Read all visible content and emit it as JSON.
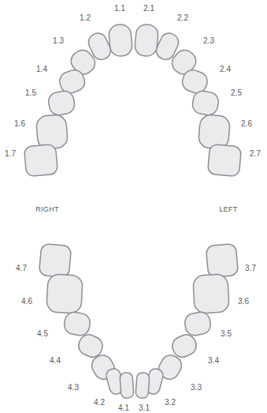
{
  "diagram": {
    "labels": [
      "1.1",
      "2.1",
      "1.2",
      "2.2",
      "1.3",
      "2.3",
      "1.4",
      "2.4",
      "1.5",
      "2.5",
      "1.6",
      "2.6",
      "1.7",
      "2.7",
      "RIGHT",
      "LEFT",
      "4.7",
      "3.7",
      "4.6",
      "3.6",
      "4.5",
      "3.5",
      "4.4",
      "3.4",
      "4.3",
      "3.3",
      "4.2",
      "3.2",
      "4.1",
      "3.1"
    ]
  }
}
